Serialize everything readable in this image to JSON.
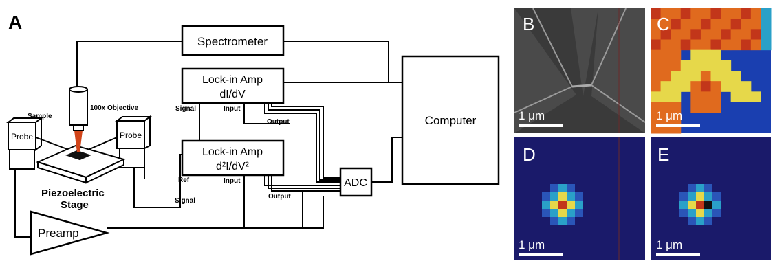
{
  "panel_a": {
    "letter": "A",
    "spectrometer": "Spectrometer",
    "lockin1": {
      "title": "Lock-in Amp",
      "sub": "dI/dV"
    },
    "lockin2": {
      "title": "Lock-in Amp",
      "sub": "d²I/dV²"
    },
    "computer": "Computer",
    "adc": "ADC",
    "probe_left": "Probe",
    "probe_right": "Probe",
    "preamp": "Preamp",
    "sample": "Sample",
    "objective": "100x Objective",
    "stage_line1": "Piezoelectric",
    "stage_line2": "Stage",
    "signal_top": "Signal",
    "input_top": "Input",
    "output_top": "Output",
    "ref": "Ref",
    "input_bottom": "Input",
    "signal_bottom": "Signal",
    "output_bottom": "Output"
  },
  "panels": {
    "b": {
      "letter": "B",
      "scale": "1 μm"
    },
    "c": {
      "letter": "C",
      "scale": "1 μm"
    },
    "d": {
      "letter": "D",
      "scale": "1 μm"
    },
    "e": {
      "letter": "E",
      "scale": "1 μm"
    }
  },
  "colors": {
    "map_blue": "#1a3fb0",
    "map_red": "#c2361a",
    "map_orange": "#e06a1e",
    "map_yellow": "#e6d84a",
    "map_cyan": "#2aa0c8",
    "map_dark": "#1a1a6a",
    "sem_gray": "#3a3a3a",
    "cone": "#d2451a"
  }
}
